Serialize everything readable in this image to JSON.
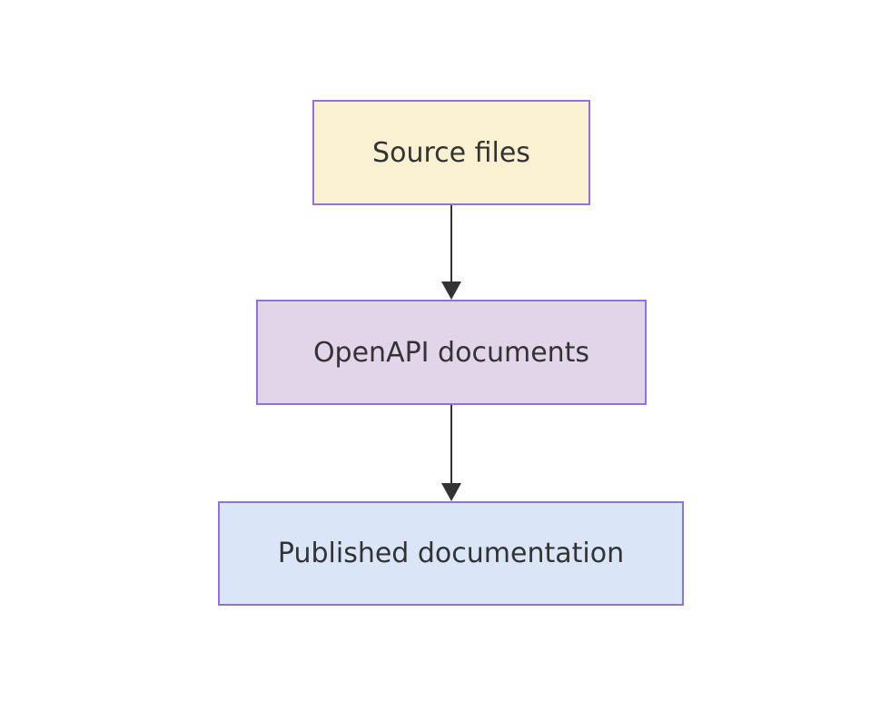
{
  "diagram": {
    "type": "flowchart",
    "direction": "top-down",
    "background": "#ffffff",
    "border_color": "#9370db",
    "text_color": "#333333",
    "arrow_color": "#333333",
    "nodes": [
      {
        "id": "source",
        "label": "Source files",
        "fill": "#faf0d2"
      },
      {
        "id": "openapi",
        "label": "OpenAPI documents",
        "fill": "#e2d5ea"
      },
      {
        "id": "published",
        "label": "Published documentation",
        "fill": "#dbe5f8"
      }
    ],
    "edges": [
      {
        "from": "Source files",
        "to": "OpenAPI documents"
      },
      {
        "from": "OpenAPI documents",
        "to": "Published documentation"
      }
    ]
  }
}
